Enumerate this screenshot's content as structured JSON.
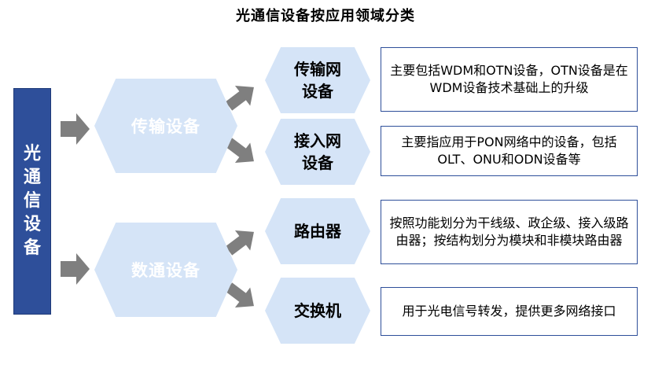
{
  "title": "光通信设备按应用领域分类",
  "root": {
    "label": "光通信设备"
  },
  "categories": [
    {
      "label": "传输设备"
    },
    {
      "label": "数通设备"
    }
  ],
  "subtypes": [
    {
      "label": "传输网\n设备",
      "description": "主要包括WDM和OTN设备，OTN设备是在WDM设备技术基础上的升级"
    },
    {
      "label": "接入网\n设备",
      "description": "主要指应用于PON网络中的设备，包括OLT、ONU和ODN设备等"
    },
    {
      "label": "路由器",
      "description": "按照功能划分为干线级、政企级、接入级路由器；按结构划分为模块和非模块路由器"
    },
    {
      "label": "交换机",
      "description": "用于光电信号转发，提供更多网络接口"
    }
  ],
  "colors": {
    "root_fill": "#2e4f9a",
    "hex_fill": "#d5e4f7",
    "arrow_fill": "#7f7f7f",
    "desc_border": "#2e4f9a"
  }
}
